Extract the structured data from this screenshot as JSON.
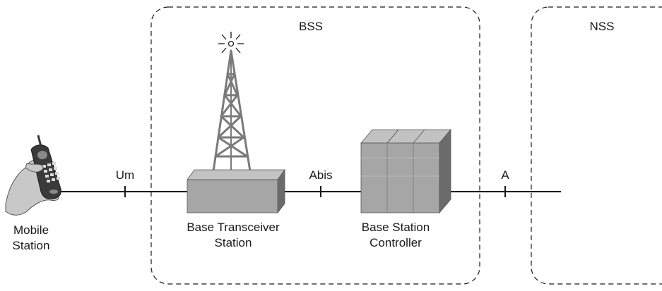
{
  "groups": {
    "bss": {
      "label": "BSS"
    },
    "nss": {
      "label": "NSS"
    }
  },
  "interfaces": {
    "um": "Um",
    "abis": "Abis",
    "a": "A"
  },
  "nodes": {
    "mobile_station": {
      "line1": "Mobile",
      "line2": "Station"
    },
    "bts": {
      "line1": "Base Transceiver",
      "line2": "Station"
    },
    "bsc": {
      "line1": "Base Station",
      "line2": "Controller"
    }
  },
  "colors": {
    "line": "#1a1a1a",
    "box_front": "#a6a6a6",
    "box_top": "#c2c2c2",
    "box_side": "#6b6b6b",
    "tower": "#7a7a7a",
    "phone": "#3a3a3a",
    "hand": "#c8c8c8"
  }
}
